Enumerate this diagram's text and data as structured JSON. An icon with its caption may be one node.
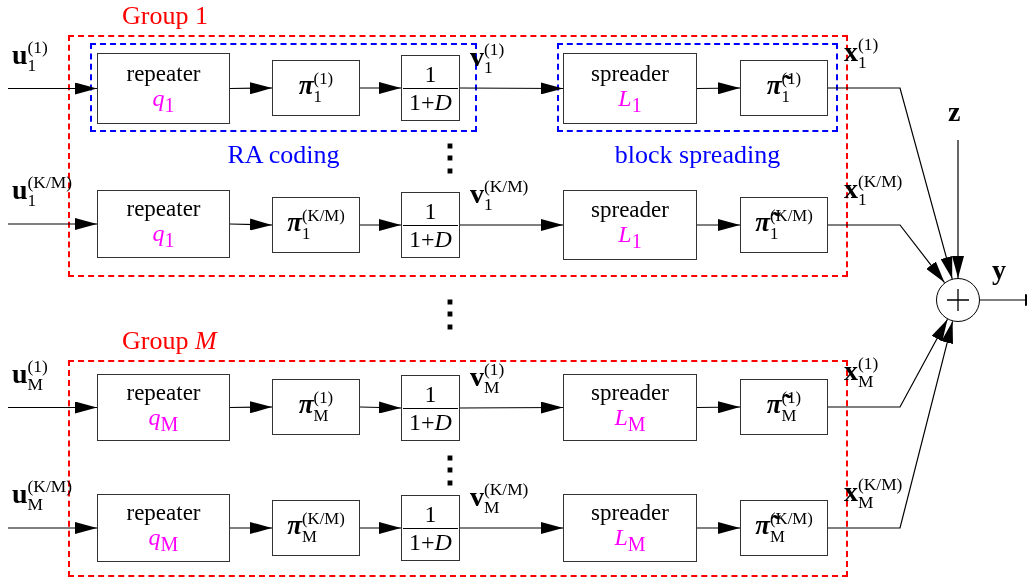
{
  "diagram": {
    "nodes": [
      {
        "text": [
          "Group 1"
        ]
      },
      {
        "text": [
          "RA coding"
        ],
        "in": 0
      },
      {
        "text": [
          "block spreading"
        ],
        "in": 0
      },
      {
        "text": [
          "repeater",
          "*q*$_{1}$"
        ],
        "in": 1
      },
      {
        "text": [
          "*π*$_{1}$$^{(1)}$"
        ],
        "in": 1
      },
      {
        "text": [
          "1",
          "1+*D*"
        ],
        "in": 1
      },
      {
        "text": [
          "spreader",
          "*L*$_{1}$"
        ],
        "in": 2
      },
      {
        "text": [
          "*π̃*$_{1}$$^{(1)}$"
        ],
        "in": 2
      },
      {
        "text": [
          "repeater",
          "*q*$_{1}$"
        ],
        "in": 0
      },
      {
        "text": [
          "*π*$_{1}$$^{(K/M)}$"
        ],
        "in": 0
      },
      {
        "text": [
          "1",
          "1+*D*"
        ],
        "in": 0
      },
      {
        "text": [
          "spreader",
          "*L*$_{1}$"
        ],
        "in": 0
      },
      {
        "text": [
          "*π̃*$_{1}$$^{(K/M)}$"
        ],
        "in": 0
      },
      {
        "text": [
          "Group *M*"
        ]
      },
      {
        "text": [
          "repeater",
          "*q*$_{M}$"
        ],
        "in": 13
      },
      {
        "text": [
          "*π*$_{M}$$^{(1)}$"
        ],
        "in": 13
      },
      {
        "text": [
          "1",
          "1+*D*"
        ],
        "in": 13
      },
      {
        "text": [
          "spreader",
          "*L*$_{M}$"
        ],
        "in": 13
      },
      {
        "text": [
          "*π̃*$_{M}$$^{(1)}$"
        ],
        "in": 13
      },
      {
        "text": [
          "repeater",
          "*q*$_{M}$"
        ],
        "in": 13
      },
      {
        "text": [
          "*π*$_{M}$$^{(K/M)}$"
        ],
        "in": 13
      },
      {
        "text": [
          "1",
          "1+*D*"
        ],
        "in": 13
      },
      {
        "text": [
          "spreader",
          "*L*$_{M}$"
        ],
        "in": 13
      },
      {
        "text": [
          "*π̃*$_{M}$$^{(K/M)}$"
        ],
        "in": 13
      },
      {
        "text": [],
        "shape": "circle"
      }
    ],
    "edges": [
      {
        "from": null,
        "to": 3,
        "arrow": "to",
        "label": "**u**$_{1}$$^{(1)}$"
      },
      {
        "from": 3,
        "to": 4,
        "arrow": "to"
      },
      {
        "from": 4,
        "to": 5,
        "arrow": "to"
      },
      {
        "from": 5,
        "to": 6,
        "arrow": "to",
        "label": "**v**$_{1}$$^{(1)}$"
      },
      {
        "from": 6,
        "to": 7,
        "arrow": "to"
      },
      {
        "from": 7,
        "to": 24,
        "arrow": "to",
        "label": "**x**$_{1}$$^{(1)}$"
      },
      {
        "from": null,
        "to": 8,
        "arrow": "to",
        "label": "**u**$_{1}$$^{(K/M)}$"
      },
      {
        "from": 8,
        "to": 9,
        "arrow": "to"
      },
      {
        "from": 9,
        "to": 10,
        "arrow": "to"
      },
      {
        "from": 10,
        "to": 11,
        "arrow": "to",
        "label": "**v**$_{1}$$^{(K/M)}$"
      },
      {
        "from": 11,
        "to": 12,
        "arrow": "to"
      },
      {
        "from": 12,
        "to": 24,
        "arrow": "to",
        "label": "**x**$_{1}$$^{(K/M)}$"
      },
      {
        "from": null,
        "to": 14,
        "arrow": "to",
        "label": "**u**$_{M}$$^{(1)}$"
      },
      {
        "from": 14,
        "to": 15,
        "arrow": "to"
      },
      {
        "from": 15,
        "to": 16,
        "arrow": "to"
      },
      {
        "from": 16,
        "to": 17,
        "arrow": "to",
        "label": "**v**$_{M}$$^{(1)}$"
      },
      {
        "from": 17,
        "to": 18,
        "arrow": "to"
      },
      {
        "from": 18,
        "to": 24,
        "arrow": "to",
        "label": "**x**$_{M}$$^{(1)}$"
      },
      {
        "from": null,
        "to": 19,
        "arrow": "to",
        "label": "**u**$_{M}$$^{(K/M)}$"
      },
      {
        "from": 19,
        "to": 20,
        "arrow": "to"
      },
      {
        "from": 20,
        "to": 21,
        "arrow": "to"
      },
      {
        "from": 21,
        "to": 22,
        "arrow": "to",
        "label": "**v**$_{M}$$^{(K/M)}$"
      },
      {
        "from": 22,
        "to": 23,
        "arrow": "to"
      },
      {
        "from": 23,
        "to": 24,
        "arrow": "to",
        "label": "**x**$_{M}$$^{(K/M)}$"
      },
      {
        "from": null,
        "to": 24,
        "arrow": "to",
        "label": "**z**"
      },
      {
        "from": 24,
        "to": null,
        "arrow": "to",
        "label": "**y**"
      }
    ],
    "labels": [
      "⋮",
      "⋮",
      "⋮"
    ]
  }
}
